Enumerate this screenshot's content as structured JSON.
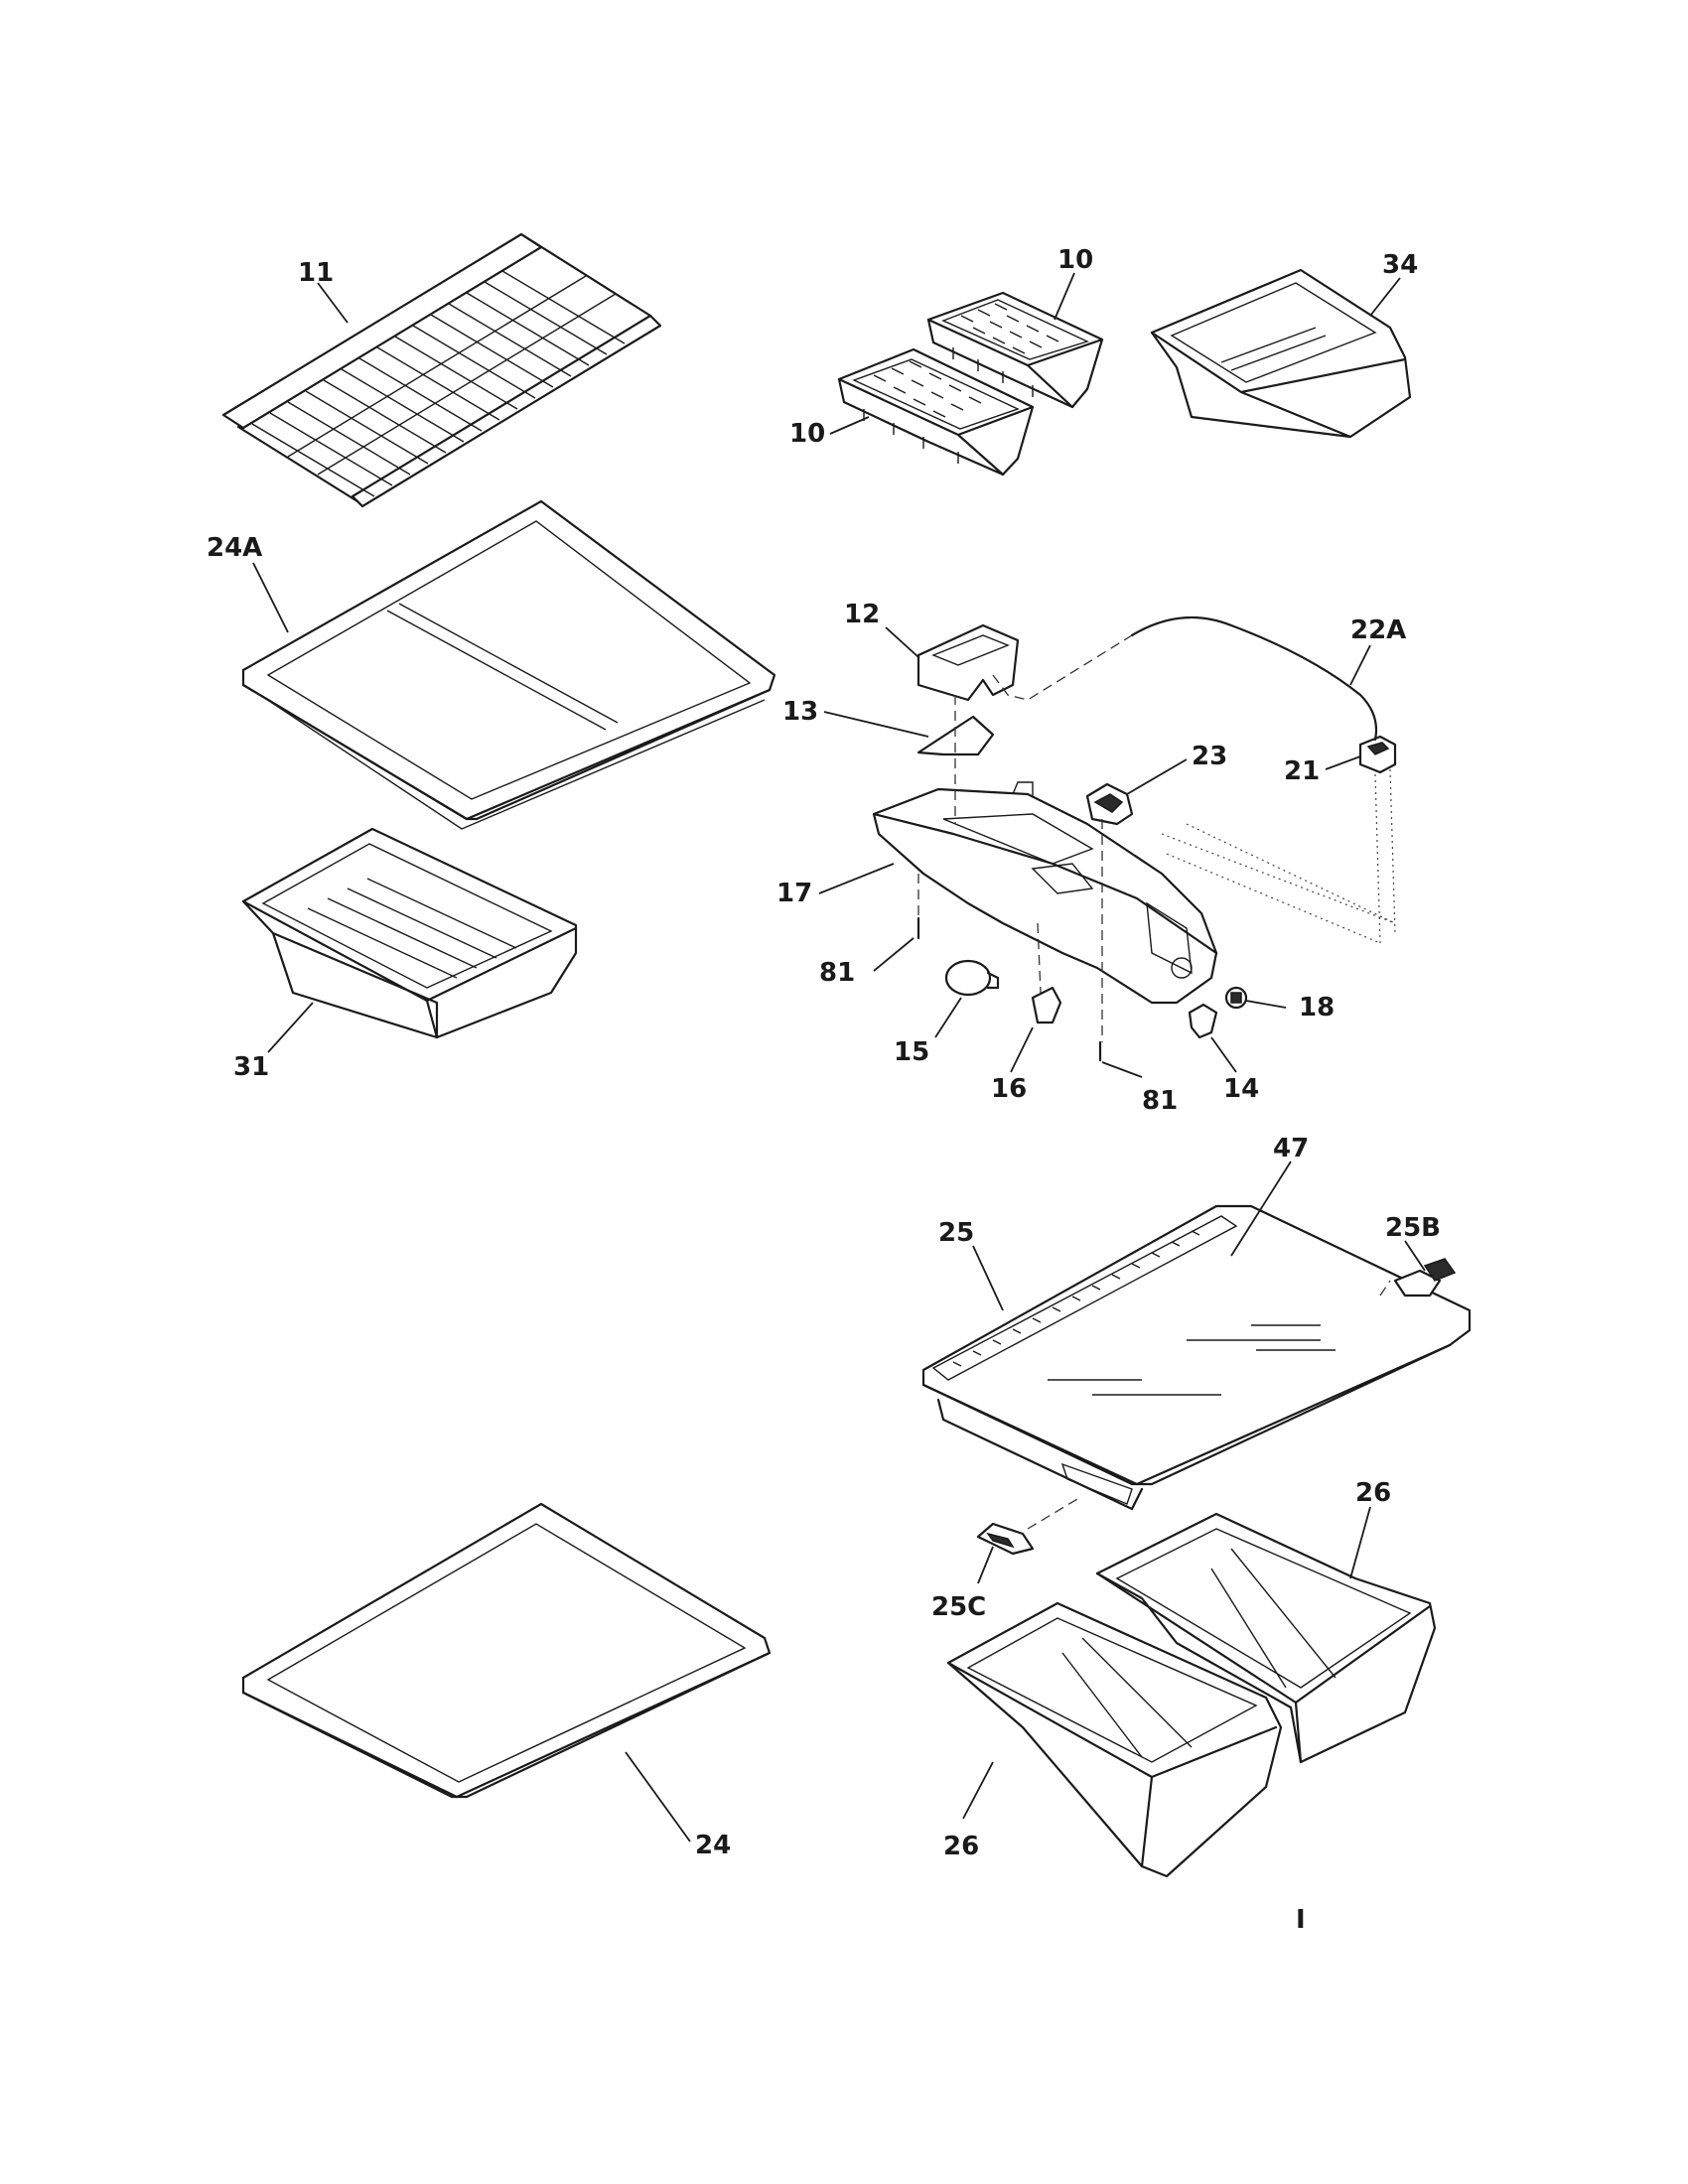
{
  "callouts": {
    "c11": "11",
    "c10a": "10",
    "c10b": "10",
    "c34": "34",
    "c24A": "24A",
    "c12": "12",
    "c22A": "22A",
    "c13": "13",
    "c23": "23",
    "c21": "21",
    "c17": "17",
    "c81a": "81",
    "c18": "18",
    "c31": "31",
    "c15": "15",
    "c16": "16",
    "c14": "14",
    "c81b": "81",
    "c47": "47",
    "c25": "25",
    "c25B": "25B",
    "c26a": "26",
    "c25C": "25C",
    "c26b": "26",
    "c24": "24",
    "pageMark": "I"
  },
  "colors": {
    "line": "#1a1a1a",
    "background": "#ffffff"
  }
}
